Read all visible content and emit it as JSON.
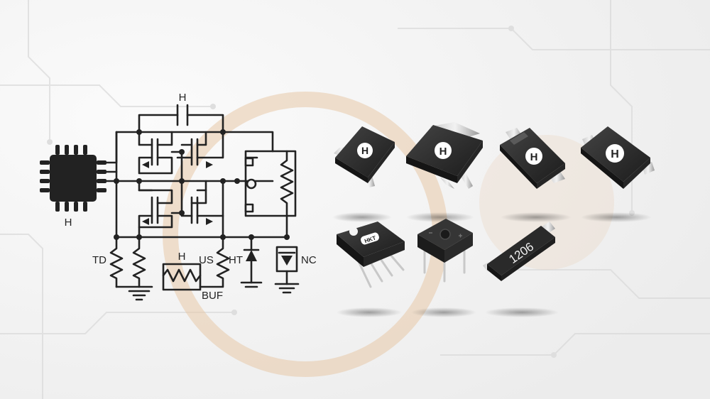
{
  "schematic": {
    "ic_label": "H",
    "cap_label": "H",
    "resistor_labels": {
      "td": "TD",
      "h": "H",
      "us": "US",
      "ht": "HT",
      "nc": "NC",
      "buf": "BUF"
    }
  },
  "components": [
    {
      "name": "SOT-23 transistor package",
      "logo": "H"
    },
    {
      "name": "TO-252 DPAK package",
      "logo": "H"
    },
    {
      "name": "SMA diode package",
      "logo": "H"
    },
    {
      "name": "SMB diode package",
      "logo": "H"
    },
    {
      "name": "bridge rectifier (inline)",
      "marking": "HKT"
    },
    {
      "name": "bridge rectifier (square)",
      "marking": ""
    },
    {
      "name": "1206 chip resistor",
      "marking": "1206"
    }
  ],
  "colors": {
    "background": "#f4f4f4",
    "ring": "#e8c9a8",
    "schematic": "#222222",
    "component_body": "#2b2b2b",
    "component_top": "#3a3a3a",
    "logo_fg": "#ffffff"
  }
}
